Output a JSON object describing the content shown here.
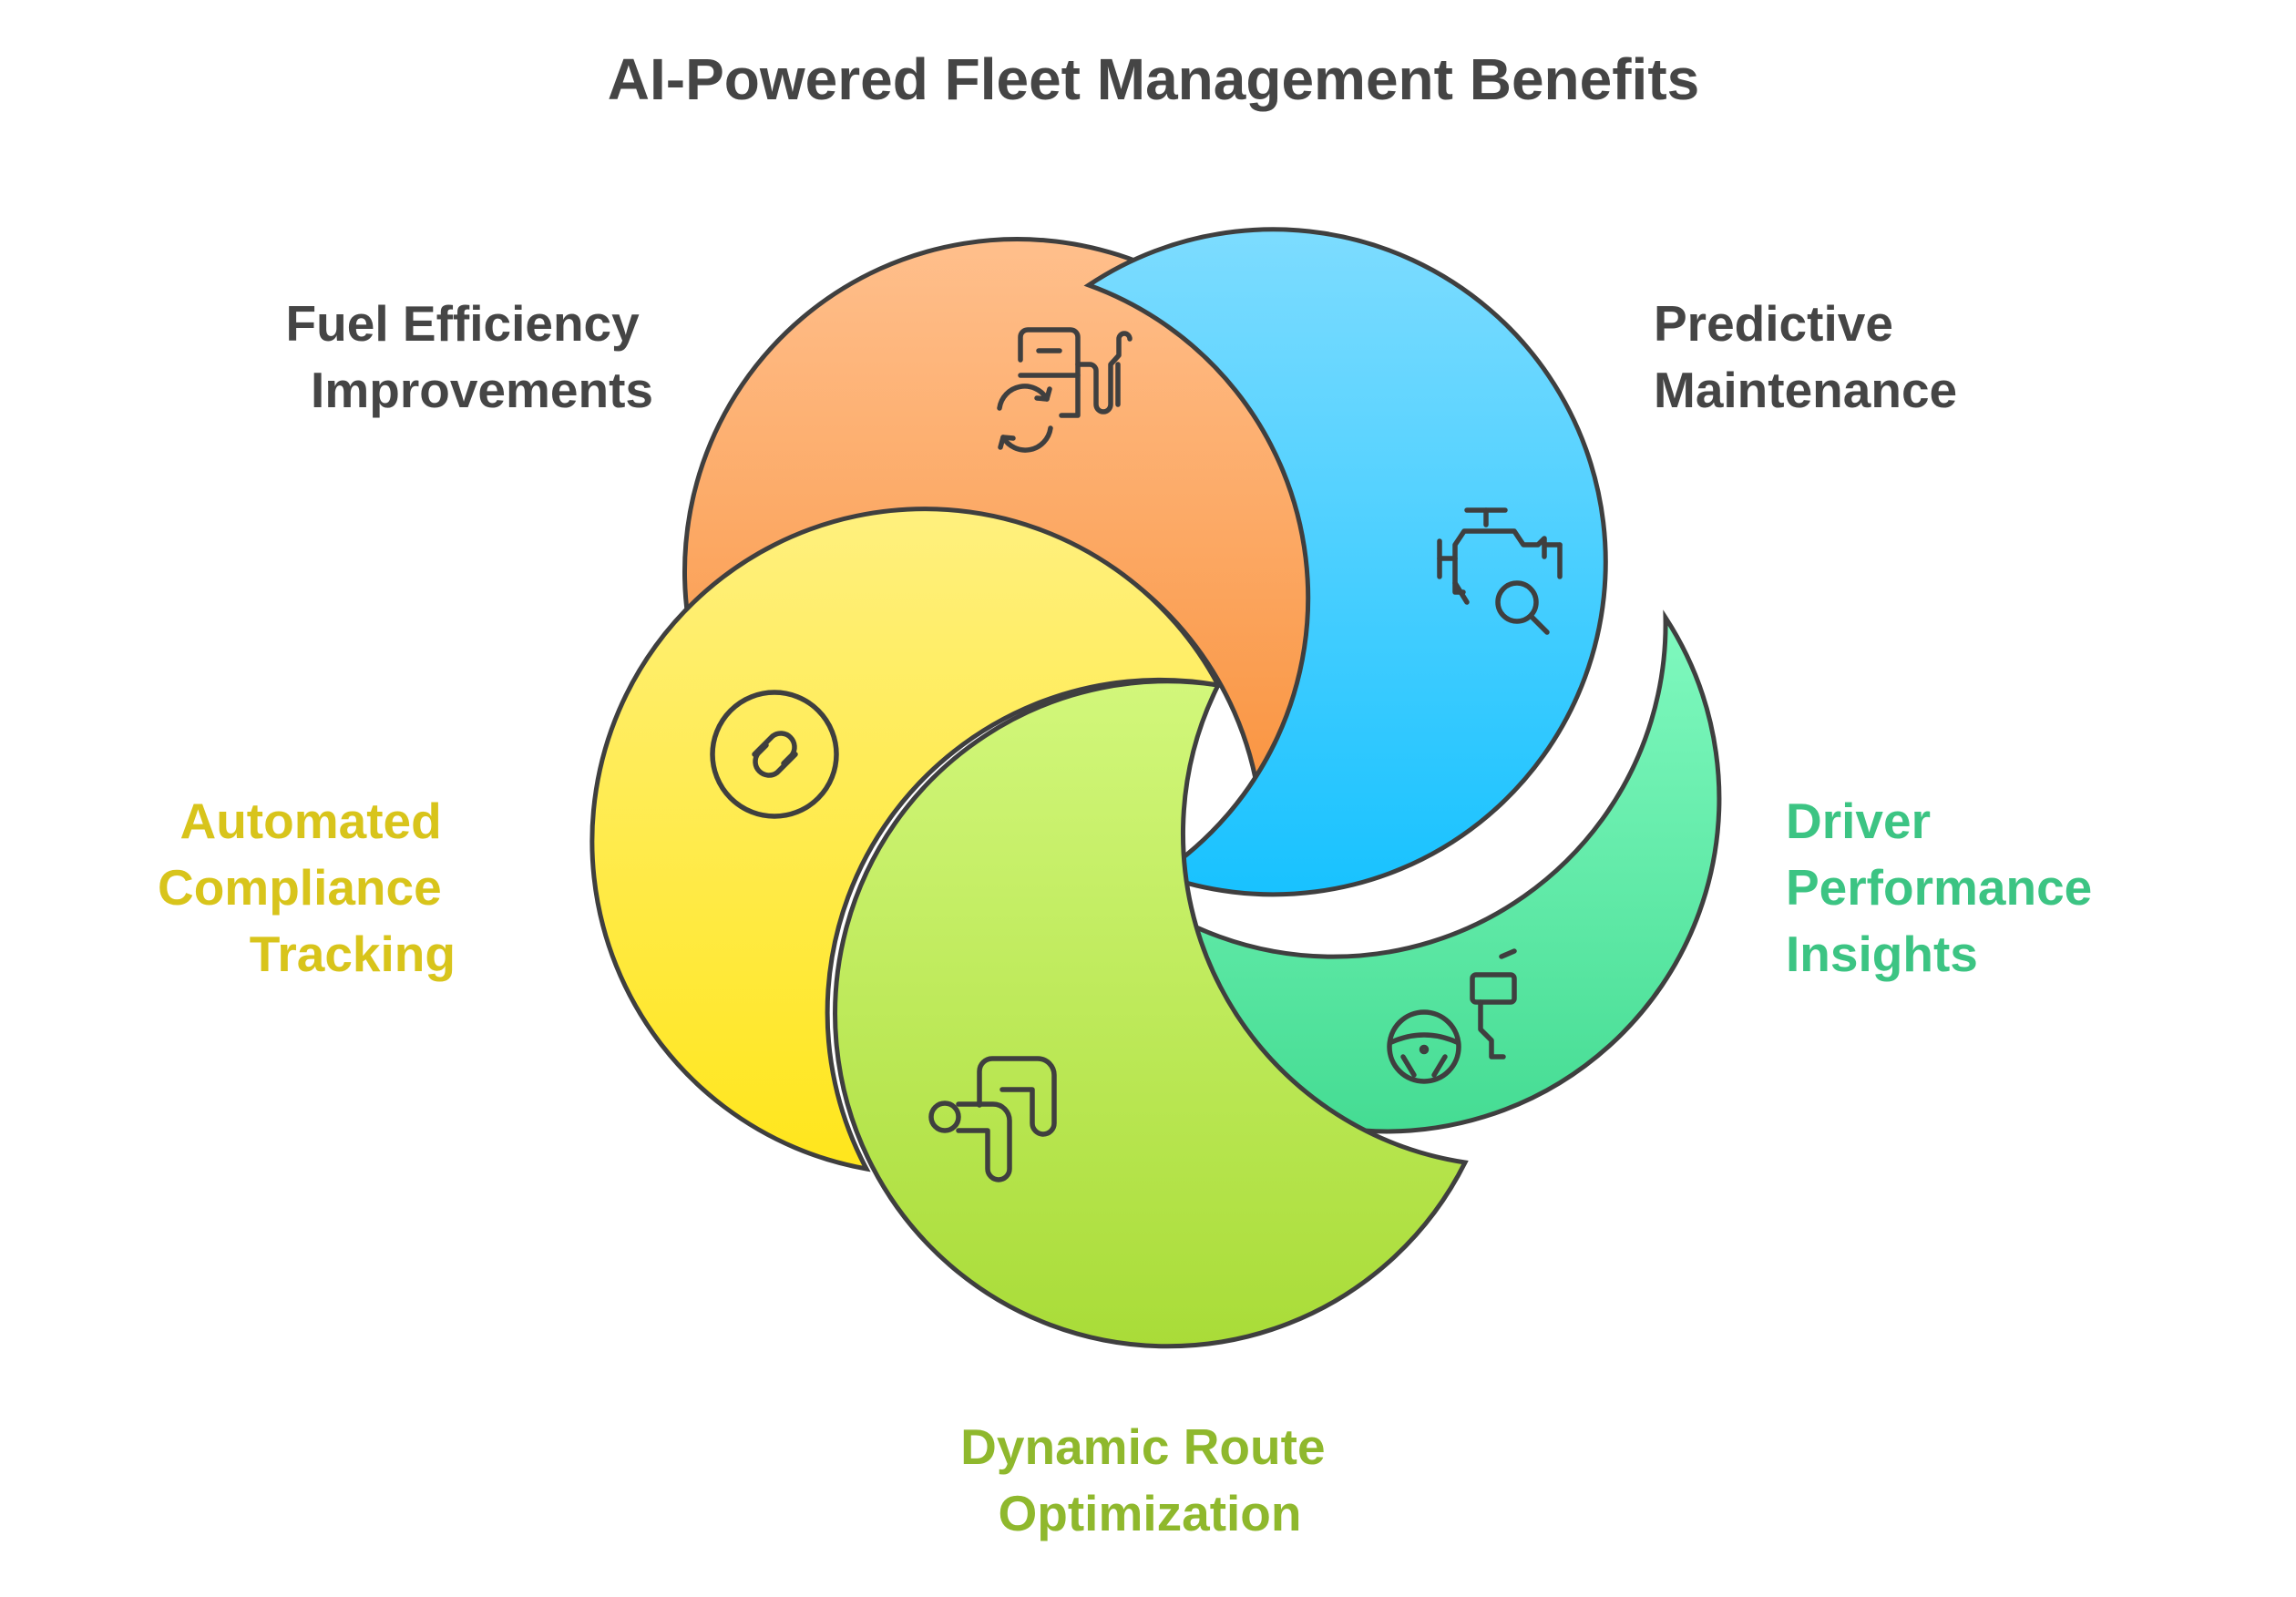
{
  "title": "AI-Powered Fleet Management Benefits",
  "benefits": [
    {
      "id": "fuel",
      "lines": [
        "Fuel Efficiency",
        "Improvements"
      ],
      "color": "#454545",
      "fill_top": "#ffbf8c",
      "fill_bottom": "#f99440",
      "icon": "fuel-pump-refresh-icon"
    },
    {
      "id": "maintenance",
      "lines": [
        "Predictive",
        "Maintenance"
      ],
      "color": "#454545",
      "fill_top": "#7ddcff",
      "fill_bottom": "#18c2ff",
      "icon": "engine-search-icon"
    },
    {
      "id": "driver",
      "lines": [
        "Driver",
        "Performance",
        "Insights"
      ],
      "color": "#3cc483",
      "fill_top": "#80f9bf",
      "fill_bottom": "#45dc93",
      "icon": "steering-wheel-mirror-icon"
    },
    {
      "id": "route",
      "lines": [
        "Dynamic Route",
        "Optimization"
      ],
      "color": "#8fb82d",
      "fill_top": "#d2f77b",
      "fill_bottom": "#a9dc38",
      "icon": "route-path-icon"
    },
    {
      "id": "compliance",
      "lines": [
        "Automated",
        "Compliance",
        "Tracking"
      ],
      "color": "#d8c41b",
      "fill_top": "#fff07e",
      "fill_bottom": "#ffe61c",
      "icon": "link-circle-icon"
    }
  ]
}
